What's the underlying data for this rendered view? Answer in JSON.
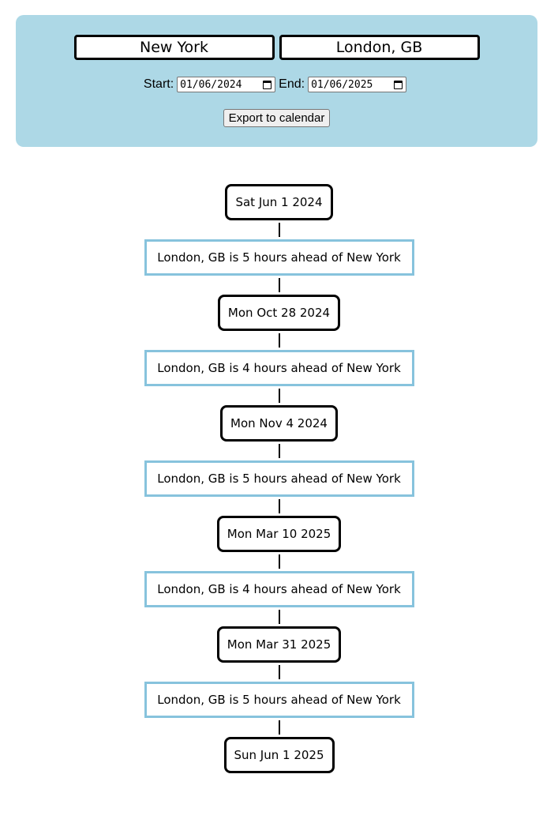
{
  "inputs": {
    "from_city": "New York",
    "to_city": "London, GB"
  },
  "dates": {
    "start_label": "Start:",
    "start_value": "01/06/2024",
    "end_label": "End:",
    "end_value": "01/06/2025"
  },
  "export_label": "Export to calendar",
  "timeline": [
    {
      "kind": "date",
      "text": "Sat Jun 1 2024"
    },
    {
      "kind": "offset",
      "text": "London, GB is 5 hours ahead of New York"
    },
    {
      "kind": "date",
      "text": "Mon Oct 28 2024"
    },
    {
      "kind": "offset",
      "text": "London, GB is 4 hours ahead of New York"
    },
    {
      "kind": "date",
      "text": "Mon Nov 4 2024"
    },
    {
      "kind": "offset",
      "text": "London, GB is 5 hours ahead of New York"
    },
    {
      "kind": "date",
      "text": "Mon Mar 10 2025"
    },
    {
      "kind": "offset",
      "text": "London, GB is 4 hours ahead of New York"
    },
    {
      "kind": "date",
      "text": "Mon Mar 31 2025"
    },
    {
      "kind": "offset",
      "text": "London, GB is 5 hours ahead of New York"
    },
    {
      "kind": "date",
      "text": "Sun Jun 1 2025"
    }
  ],
  "colors": {
    "panel_bg": "#add8e6",
    "offset_border": "#87c3dd",
    "date_border": "#000000"
  }
}
